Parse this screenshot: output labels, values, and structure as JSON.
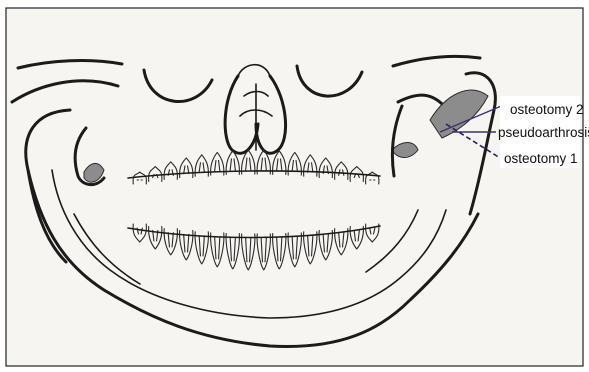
{
  "labels": {
    "osteotomy_2": "osteotomy 2",
    "pseudoarthrosis": "pseudoarthrosis",
    "osteotomy_1": "osteotomy 1"
  },
  "colors": {
    "paper": "#f6f5f1",
    "ink": "#1b1b1b",
    "shade": "#8c8c8c",
    "leader": "#3c3070"
  }
}
